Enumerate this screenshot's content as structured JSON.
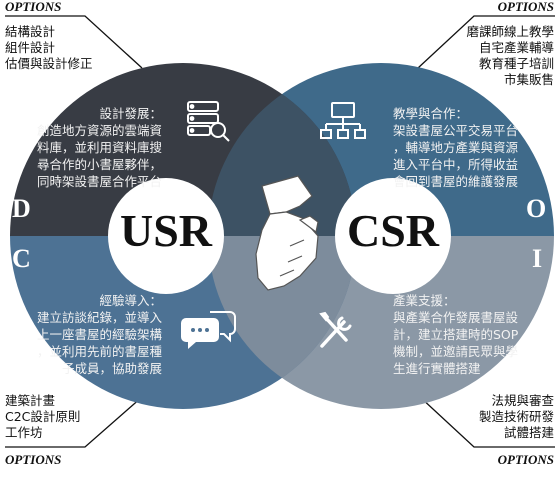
{
  "options_label": "OPTIONS",
  "center": {
    "left": "USR",
    "right": "CSR"
  },
  "letters": {
    "d": "D",
    "c": "C",
    "o": "O",
    "i": "I"
  },
  "corners": {
    "top_left": [
      "結構設計",
      "組件設計",
      "估價與設計修正"
    ],
    "top_right": [
      "磨課師線上教學",
      "自宅產業輔導",
      "教育種子培訓",
      "市集販售"
    ],
    "bottom_left": [
      "建築計畫",
      "C2C設計原則",
      "工作坊"
    ],
    "bottom_right": [
      "法規與審查",
      "製造技術研發",
      "試體搭建"
    ]
  },
  "quadrants": {
    "top_left": [
      "設計發展：",
      "創造地方資源的雲端資",
      "料庫，並利用資料庫搜",
      "尋合作的小書屋夥伴，",
      "同時架設書屋合作平台"
    ],
    "top_right": [
      "教學與合作：",
      "架設書屋公平交易平台",
      "，輔導地方產業與資源",
      "進入平台中，所得收益",
      "會回到書屋的維護發展"
    ],
    "bottom_left": [
      "經驗導入：",
      "建立訪談紀錄，並導入",
      "上一座書屋的經驗架構",
      "，並利用先前的書屋種",
      "子成員，協助發展"
    ],
    "bottom_right": [
      "產業支援：",
      "與產業合作發展書屋設",
      "計，建立搭建時的SOP",
      "機制，並邀請民眾與學",
      "生進行實體搭建"
    ]
  },
  "colors": {
    "top_left": "#383c44",
    "top_right": "#3f6a8a",
    "bottom_left": "#4d7294",
    "bottom_right": "#8b98a6",
    "center_circle": "#ffffff"
  },
  "icons": [
    "server-search-icon",
    "network-icon",
    "chat-bubbles-icon",
    "tools-icon",
    "handshake-icon"
  ]
}
